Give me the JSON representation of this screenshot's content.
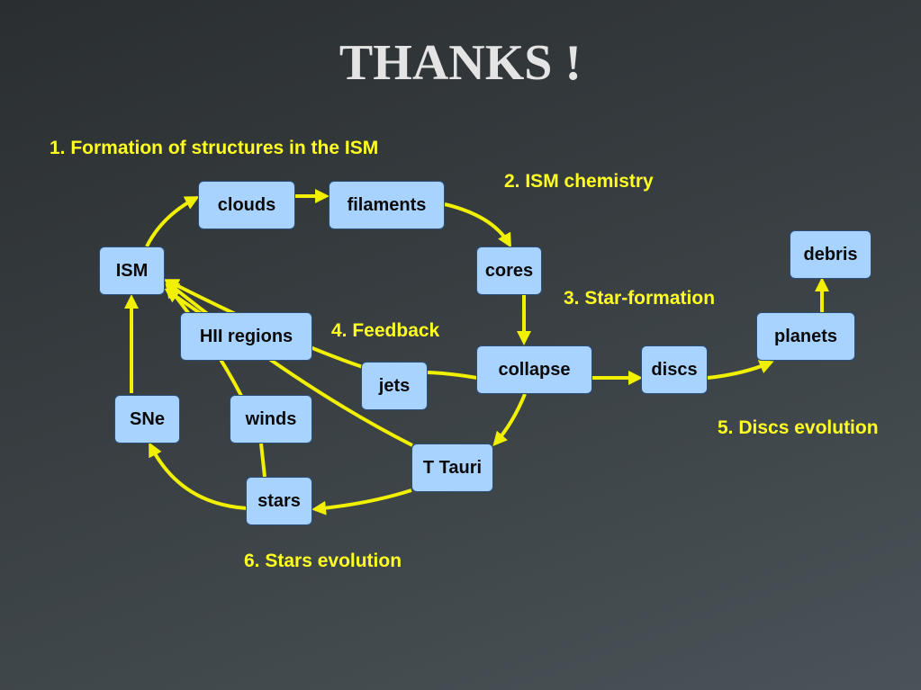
{
  "title": "THANKS !",
  "sections": {
    "s1": "1. Formation of structures in the ISM",
    "s2": "2. ISM chemistry",
    "s3": "3. Star-formation",
    "s4": "4. Feedback",
    "s5": "5. Discs evolution",
    "s6": "6. Stars evolution"
  },
  "nodes": {
    "ism": "ISM",
    "clouds": "clouds",
    "filaments": "filaments",
    "cores": "cores",
    "hii": "HII regions",
    "jets": "jets",
    "collapse": "collapse",
    "discs": "discs",
    "planets": "planets",
    "debris": "debris",
    "sne": "SNe",
    "winds": "winds",
    "stars": "stars",
    "ttauri": "T Tauri"
  },
  "colors": {
    "arrow": "#f0f000",
    "node_fill": "#a9d3ff",
    "section_text": "#ffff22",
    "title_text": "#e4e4e4"
  }
}
